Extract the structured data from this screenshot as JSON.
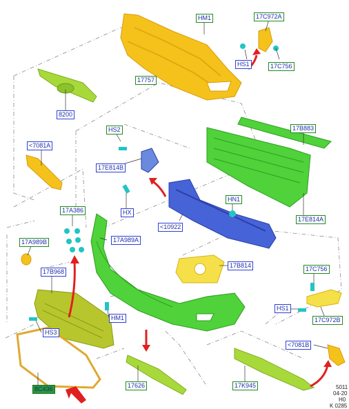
{
  "colors": {
    "yellow": "#f5c21b",
    "yellow_dark": "#d99a0c",
    "green": "#4fd23a",
    "green_dark": "#2f9c21",
    "lime": "#a8d93a",
    "blue": "#4763d8",
    "blue_dark": "#2b3fa8",
    "red_arrow": "#e02020",
    "callout_blue": "#2d3fd6",
    "callout_green": "#1d8a1d",
    "dash": "#8a8a8a"
  },
  "callouts": {
    "hm1_top": "HM1",
    "c972a": "17C972A",
    "hs1_top": "HS1",
    "c756_top": "17C756",
    "p17757": "17757",
    "p8200": "8200",
    "hs2": "HS2",
    "e814b": "17E814B",
    "hx": "HX",
    "p7081a": "<7081A",
    "b883": "17B883",
    "e814a": "17E814A",
    "hn1": "HN1",
    "p10922": "<10922",
    "a386": "17A386",
    "a989b": "17A989B",
    "a989a": "17A989A",
    "b968": "17B968",
    "b814": "17B814",
    "c756_right": "17C756",
    "hs1_right": "HS1",
    "c972b": "17C972B",
    "hm1_mid": "HM1",
    "hs3": "HS3",
    "p8c436": "8C436",
    "p17626": "17626",
    "k945": "17K945",
    "p7081b": "<7081B"
  },
  "footer": {
    "line1": "5011",
    "line2": "04-20",
    "line3": "H0",
    "line4": "K 0285"
  }
}
